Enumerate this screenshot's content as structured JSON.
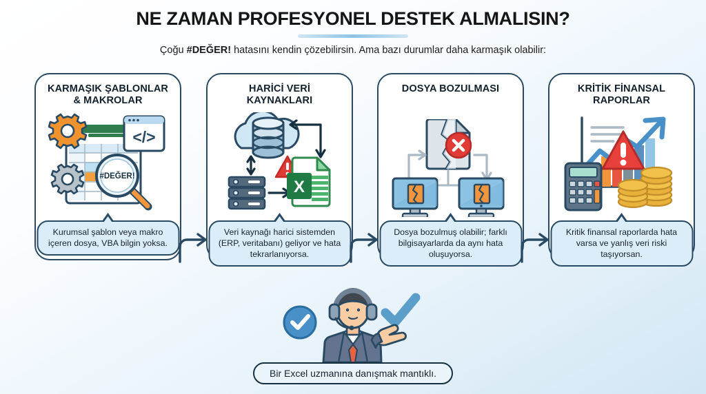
{
  "header": {
    "title": "NE ZAMAN PROFESYONEL DESTEK ALMALISIN?",
    "subtitle_pre": "Çoğu ",
    "subtitle_bold": "#DEĞER!",
    "subtitle_post": " hatasını kendin çözebilirsin. Ama bazı durumlar daha karmaşık olabilir:"
  },
  "cards": [
    {
      "title": "KARMAŞIK ŞABLONLAR\n& MAKROLAR",
      "title_line1": "KARMAŞIK ŞABLONLAR",
      "title_line2": "& MAKROLAR",
      "caption": "Kurumsal şablon veya makro içeren dosya, VBA bilgin yoksa.",
      "icon": "spreadsheet-gears-magnifier-icon",
      "error_label": "#DEĞER!",
      "code_label": "</>"
    },
    {
      "title_line1": "HARİCİ VERİ",
      "title_line2": "KAYNAKLARI",
      "caption": "Veri kaynağı harici sistemden (ERP, veritabanı) geliyor ve hata tekrarlanıyorsa.",
      "icon": "cloud-database-server-excel-icon",
      "excel_label": "X"
    },
    {
      "title_line1": "DOSYA BOZULMASI",
      "title_line2": "",
      "caption": "Dosya bozulmuş olabilir; farklı bilgisayarlarda da aynı hata oluşuyorsa.",
      "icon": "corrupted-file-monitors-icon"
    },
    {
      "title_line1": "KRİTİK FİNANSAL",
      "title_line2": "RAPORLAR",
      "caption": "Kritik finansal raporlarda hata varsa ve yanlış veri riski taşıyorsan.",
      "icon": "calculator-chart-coins-warning-icon"
    }
  ],
  "connectors": [
    {
      "name": "arrow-card1-to-card2"
    },
    {
      "name": "arrow-card2-to-card3"
    },
    {
      "name": "arrow-card3-to-card4"
    }
  ],
  "footer": {
    "icon": "support-agent-headset-icon",
    "caption": "Bir Excel uzmanına danışmak mantıklı."
  },
  "colors": {
    "navy": "#2a4a63",
    "dark_navy": "#17303f",
    "bubble_fill": "#dcedfa",
    "accent_blue": "#4a90c8",
    "warning_red": "#e03b37",
    "excel_green": "#1f7a43",
    "gear_orange": "#f0932f",
    "coin_gold": "#f2c14b",
    "bg_top": "#ffffff",
    "bg_bottom": "#d2e6f4"
  }
}
